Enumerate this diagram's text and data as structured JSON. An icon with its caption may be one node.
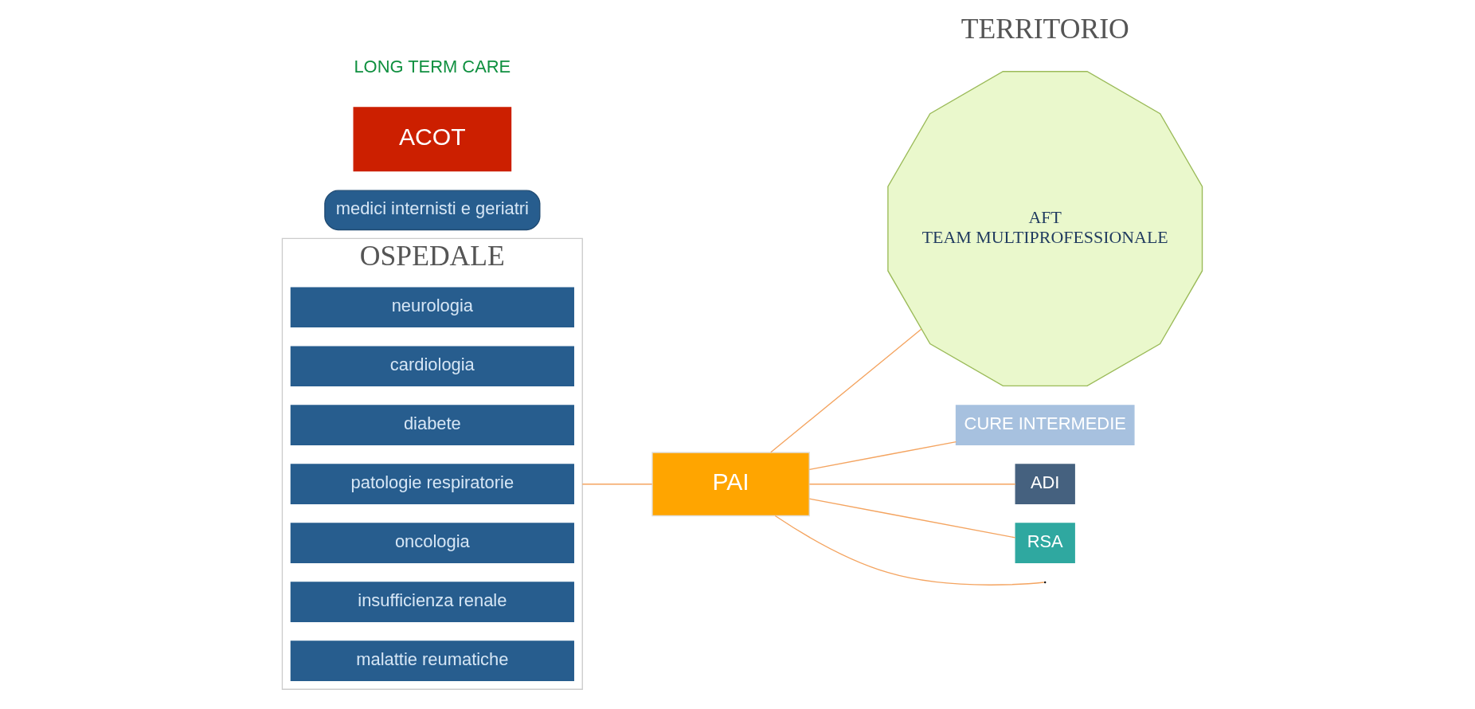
{
  "diagram": {
    "nodes": [
      {
        "text": [
          "OSPEDALE"
        ]
      },
      {
        "text": [
          "neurologia"
        ],
        "in": 0
      },
      {
        "text": [
          "cardiologia"
        ],
        "in": 0
      },
      {
        "text": [
          "diabete"
        ],
        "in": 0
      },
      {
        "text": [
          "patologie respiratorie"
        ],
        "in": 0
      },
      {
        "text": [
          "oncologia"
        ],
        "in": 0
      },
      {
        "text": [
          "insufficienza renale"
        ],
        "in": 0
      },
      {
        "text": [
          "malattie reumatiche"
        ],
        "in": 0
      },
      {
        "text": [
          "medici internisti e geriatri"
        ]
      },
      {
        "text": [
          "ACOT"
        ]
      },
      {
        "text": [
          "PAI"
        ]
      },
      {
        "text": [
          "AFT",
          "TEAM MULTIPROFESSIONALE"
        ]
      },
      {
        "text": [
          "CURE INTERMEDIE"
        ]
      },
      {
        "text": [
          "ADI"
        ]
      },
      {
        "text": [
          "RSA"
        ]
      }
    ],
    "edges": [
      {
        "from": 0,
        "to": 10,
        "arrow": "none"
      },
      {
        "from": 10,
        "to": 11,
        "arrow": "none"
      },
      {
        "from": 10,
        "to": 12,
        "arrow": "none"
      },
      {
        "from": 10,
        "to": null,
        "arrow": "none"
      },
      {
        "from": 10,
        "to": 13,
        "arrow": "none"
      },
      {
        "from": 10,
        "to": 14,
        "arrow": "none"
      }
    ],
    "labels": [
      "TERRITORIO",
      "LONG TERM CARE"
    ]
  }
}
